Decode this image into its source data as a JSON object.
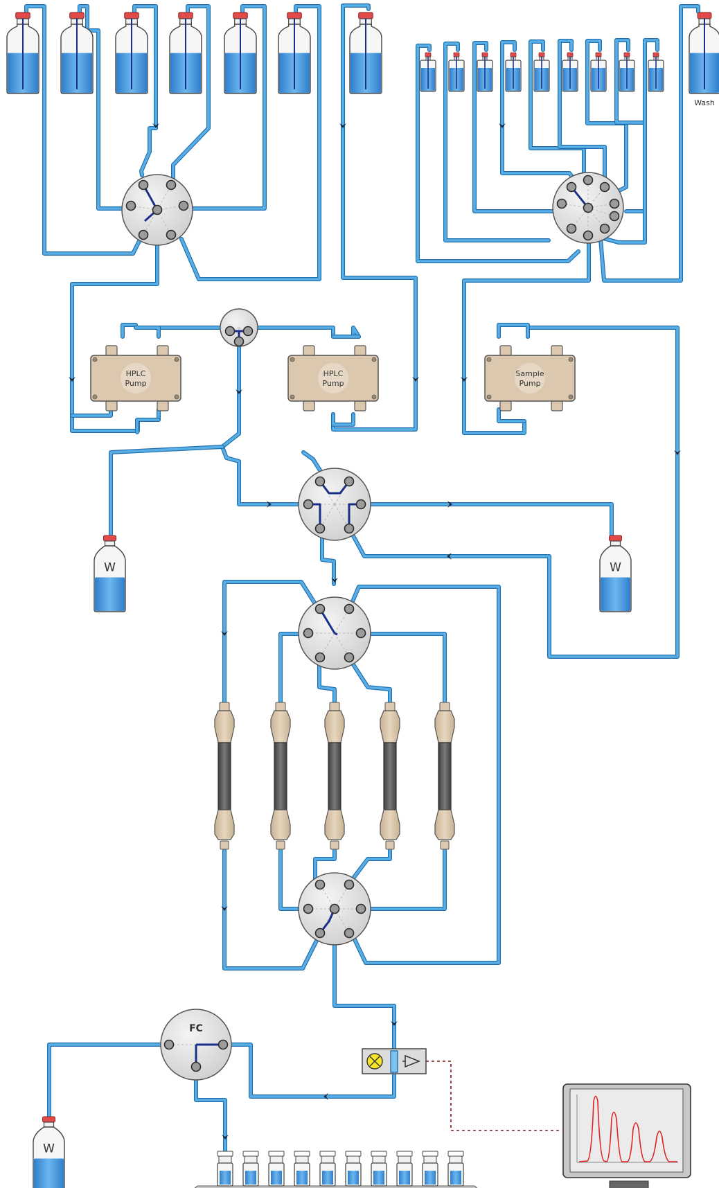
{
  "labels": {
    "pump_a": [
      "HPLC",
      "Pump"
    ],
    "pump_b": [
      "HPLC",
      "Pump"
    ],
    "pump_sample": [
      "Sample",
      "Pump"
    ],
    "wash": "Wash",
    "waste": "W",
    "fraction_collector": "FC"
  },
  "icons": {
    "bottle": "reagent-bottle-icon",
    "vial": "sample-vial-icon",
    "valve": "rotary-valve-icon",
    "pump": "pump-icon",
    "column": "chromatography-column-icon",
    "detector": "uv-detector-icon",
    "monitor": "monitor-icon",
    "chromatogram": "chromatogram-icon"
  },
  "colors": {
    "tubing": "#5aaee6",
    "tubing_outline": "#1f6fae",
    "liquid": "#3f94dc",
    "cap": "#e24a4a",
    "valve_body": "#dcdcdc",
    "internal_channel": "#1a2f8a",
    "pump_body": "#dcc8ae",
    "column": "#555555",
    "signal": "#e02020",
    "lamp": "#f5e62a"
  }
}
